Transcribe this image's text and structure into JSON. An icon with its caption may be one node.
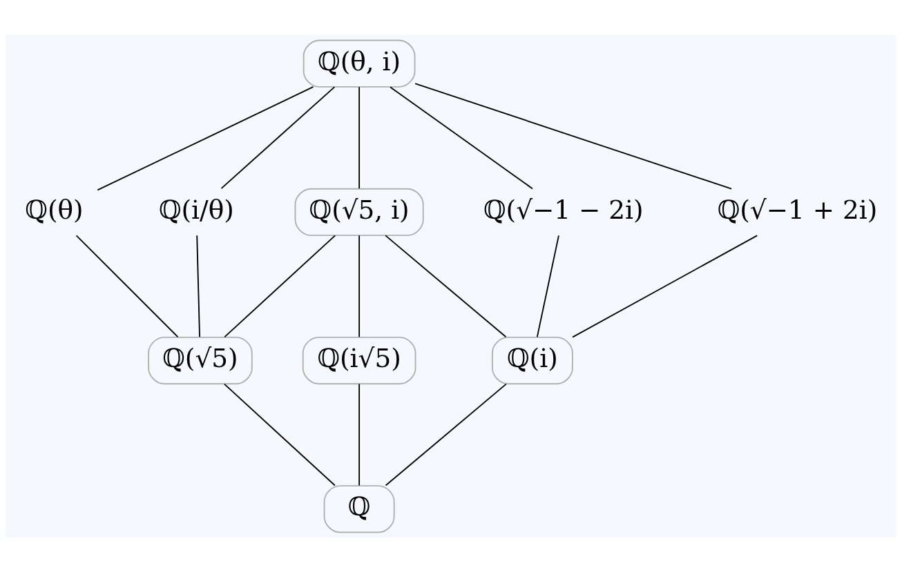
{
  "diagram": {
    "nodes": [
      {
        "text": [
          "ℚ(θ, i)"
        ]
      },
      {
        "text": [
          "ℚ(θ)"
        ]
      },
      {
        "text": [
          "ℚ(i/θ)"
        ]
      },
      {
        "text": [
          "ℚ(√5, i)"
        ]
      },
      {
        "text": [
          "ℚ(√−1 − 2i)"
        ]
      },
      {
        "text": [
          "ℚ(√−1 + 2i)"
        ]
      },
      {
        "text": [
          "ℚ(√5)"
        ]
      },
      {
        "text": [
          "ℚ(i√5)"
        ]
      },
      {
        "text": [
          "ℚ(i)"
        ]
      },
      {
        "text": [
          "ℚ"
        ]
      }
    ],
    "edges": [
      {
        "from": 0,
        "to": 1,
        "arrow": "none"
      },
      {
        "from": 0,
        "to": 2,
        "arrow": "none"
      },
      {
        "from": 0,
        "to": 3,
        "arrow": "none"
      },
      {
        "from": 0,
        "to": 4,
        "arrow": "none"
      },
      {
        "from": 0,
        "to": 5,
        "arrow": "none"
      },
      {
        "from": 1,
        "to": 6,
        "arrow": "none"
      },
      {
        "from": 2,
        "to": 6,
        "arrow": "none"
      },
      {
        "from": 3,
        "to": 6,
        "arrow": "none"
      },
      {
        "from": 3,
        "to": 7,
        "arrow": "none"
      },
      {
        "from": 3,
        "to": 8,
        "arrow": "none"
      },
      {
        "from": 4,
        "to": 8,
        "arrow": "none"
      },
      {
        "from": 5,
        "to": 8,
        "arrow": "none"
      },
      {
        "from": 6,
        "to": 9,
        "arrow": "none"
      },
      {
        "from": 7,
        "to": 9,
        "arrow": "none"
      },
      {
        "from": 8,
        "to": 9,
        "arrow": "none"
      }
    ]
  }
}
